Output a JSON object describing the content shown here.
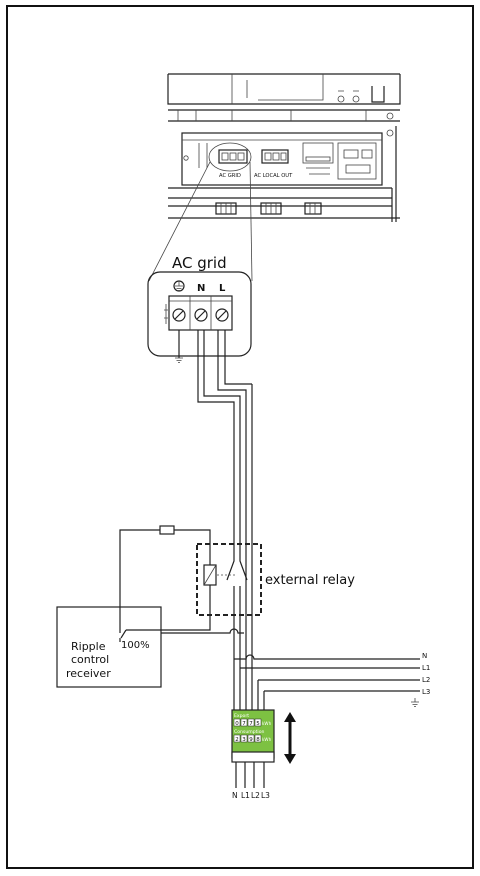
{
  "device": {
    "labels": {
      "ac_grid_port": "AC GRID",
      "ac_local_out_port": "AC LOCAL OUT"
    }
  },
  "ac_grid_callout": {
    "title": "AC grid",
    "terminals": {
      "n": "N",
      "l": "L"
    }
  },
  "relay": {
    "label": "external relay"
  },
  "ripple_receiver": {
    "label_line1": "Ripple",
    "label_line2": "control",
    "label_line3": "receiver",
    "contact_label": "100%"
  },
  "grid_lines": {
    "n": "N",
    "l1": "L1",
    "l2": "L2",
    "l3": "L3"
  },
  "meter": {
    "export_label": "Export",
    "export_digits": [
      "0",
      "7",
      "7",
      "5"
    ],
    "consumption_label": "Consumption",
    "consumption_digits": [
      "2",
      "3",
      "9",
      "8"
    ],
    "unit": "kWh",
    "bottom_terminals": {
      "n": "N",
      "l1": "L1",
      "l2": "L2",
      "l3": "L3"
    }
  },
  "colors": {
    "meter_green": "#7dc142",
    "line": "#222222"
  }
}
